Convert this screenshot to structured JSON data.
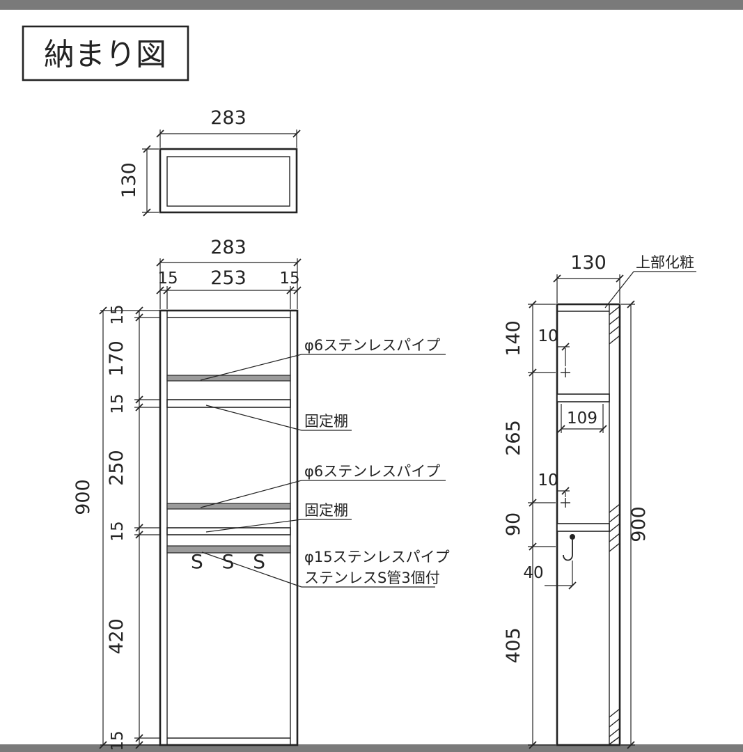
{
  "title": "納まり図",
  "colors": {
    "line": "#232323",
    "pipe_fill": "#9b9b9b",
    "frame_bar": "#7a7a7a",
    "background": "#ffffff"
  },
  "top_view": {
    "width_dim": "283",
    "depth_dim": "130"
  },
  "front_view": {
    "width_dim": "283",
    "wall_left_dim": "15",
    "inner_dim": "253",
    "wall_right_dim": "15",
    "height_dim": "900",
    "segments": [
      "15",
      "170",
      "15",
      "250",
      "15",
      "420",
      "15"
    ],
    "hooks_text": "S S S",
    "labels": {
      "pipe6_upper": "φ6ステンレスパイプ",
      "shelf_upper": "固定棚",
      "pipe6_lower": "φ6ステンレスパイプ",
      "shelf_lower": "固定棚",
      "pipe15_line1": "φ15ステンレスパイプ",
      "pipe15_line2": "ステンレスS管3個付"
    }
  },
  "side_view": {
    "width_dim": "130",
    "height_dim": "900",
    "segments": [
      "140",
      "265",
      "90",
      "405"
    ],
    "top_label": "上部化粧",
    "offset_upper_dim": "10",
    "shelf_depth_dim": "109",
    "offset_lower_dim": "10",
    "hook_drop_dim": "40"
  }
}
